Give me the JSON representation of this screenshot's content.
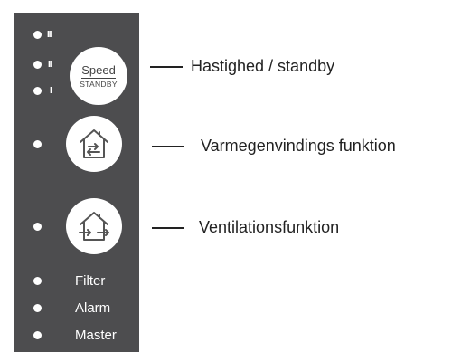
{
  "panel": {
    "speed_levels": [
      "III",
      "II",
      "I"
    ],
    "speed_button": {
      "top": "Speed",
      "bottom": "STANDBY"
    },
    "status_labels": [
      "Filter",
      "Alarm",
      "Master"
    ]
  },
  "callouts": {
    "speed": "Hastighed / standby",
    "heat_recovery": "Varmegenvindings funktion",
    "ventilation": "Ventilationsfunktion"
  },
  "colors": {
    "panel": "#4d4d4f",
    "led": "#ffffff",
    "text": "#222222"
  },
  "icons": [
    "heat-recovery-house-icon",
    "ventilation-house-icon"
  ]
}
